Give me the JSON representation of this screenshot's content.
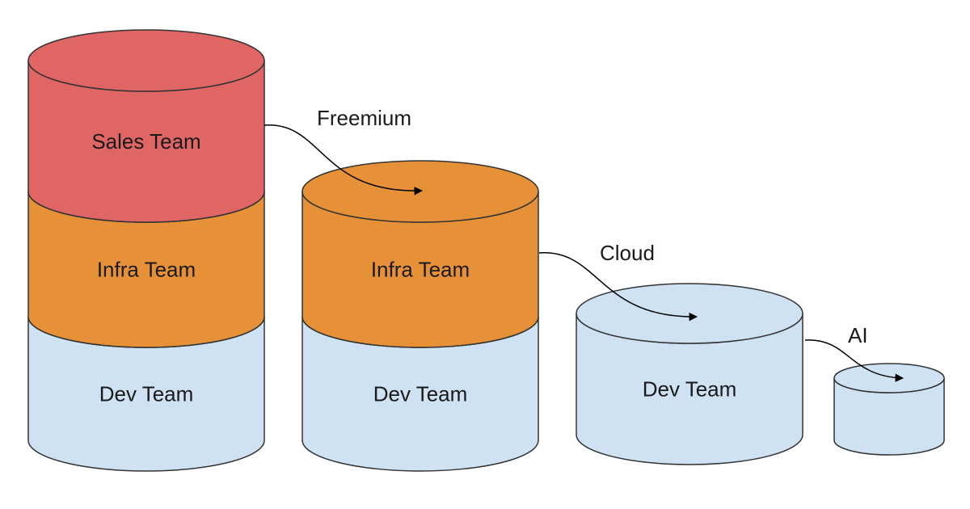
{
  "colors": {
    "sales": "#e06666",
    "infra": "#e69138",
    "dev": "#cfe2f3",
    "outline": "#333333",
    "arrow": "#000000"
  },
  "stacks": [
    {
      "name": "stack-1",
      "segments": [
        {
          "label": "Sales Team",
          "team": "sales"
        },
        {
          "label": "Infra Team",
          "team": "infra"
        },
        {
          "label": "Dev Team",
          "team": "dev"
        }
      ]
    },
    {
      "name": "stack-2",
      "segments": [
        {
          "label": "Infra Team",
          "team": "infra"
        },
        {
          "label": "Dev Team",
          "team": "dev"
        }
      ]
    },
    {
      "name": "stack-3",
      "segments": [
        {
          "label": "Dev Team",
          "team": "dev"
        }
      ]
    },
    {
      "name": "stack-4",
      "segments": [
        {
          "label": "",
          "team": "dev"
        }
      ]
    }
  ],
  "arrows": [
    {
      "label": "Freemium"
    },
    {
      "label": "Cloud"
    },
    {
      "label": "AI"
    }
  ]
}
